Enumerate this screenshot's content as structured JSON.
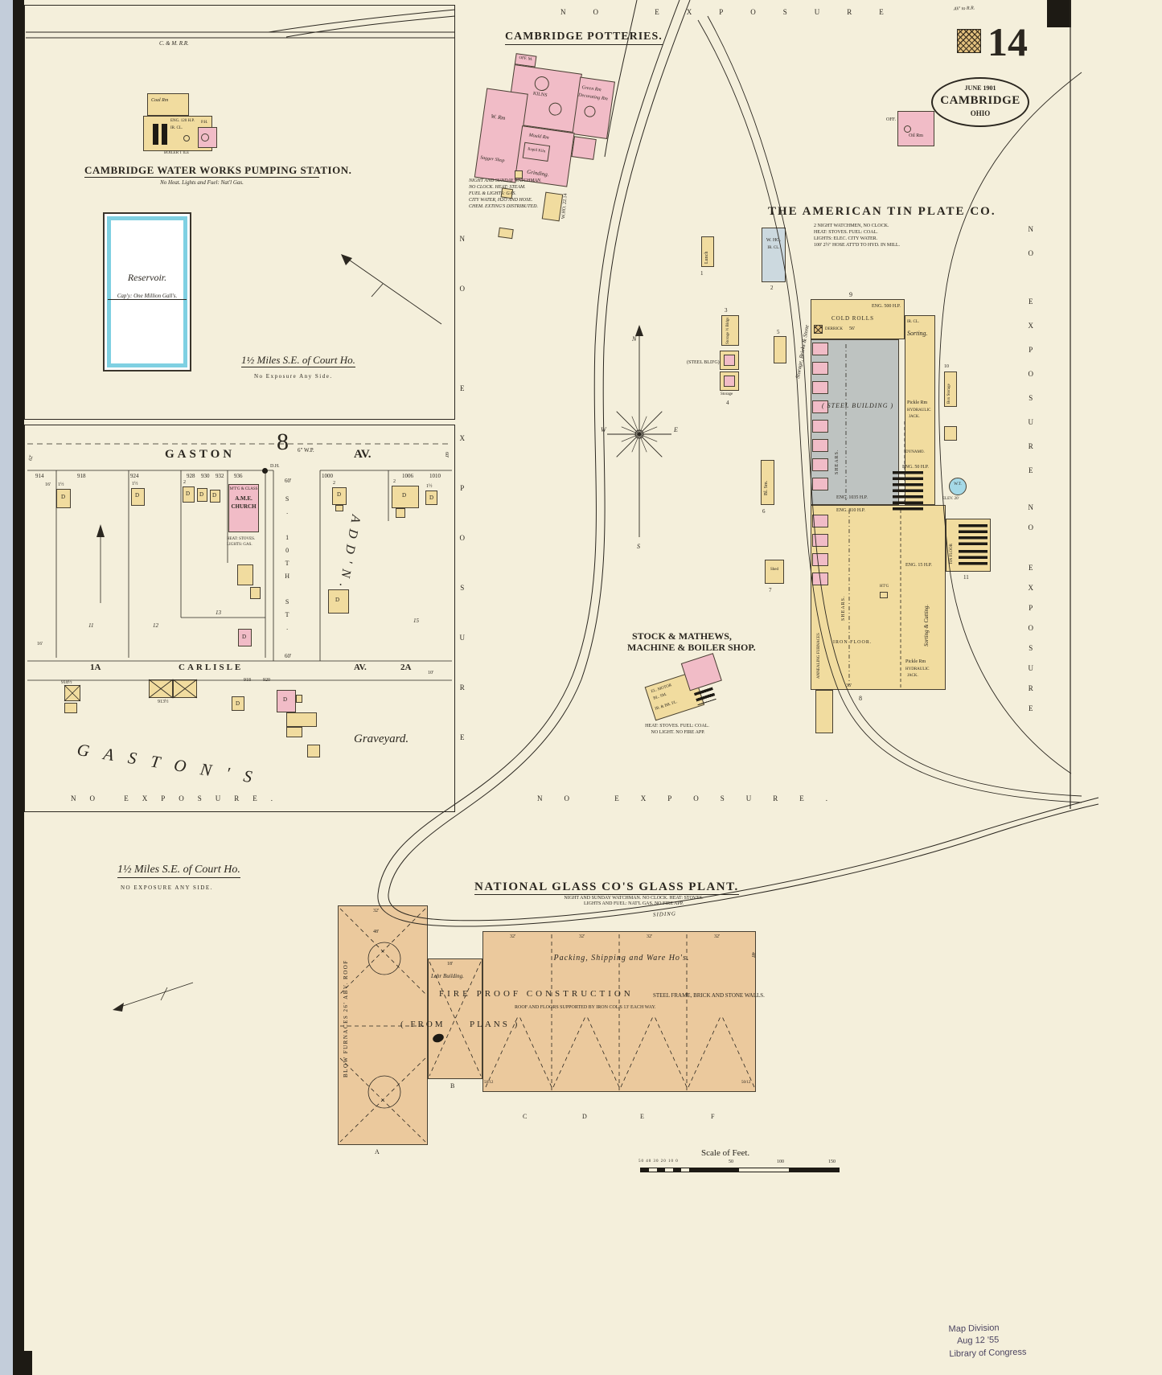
{
  "colors": {
    "paper": "#f4efdb",
    "pink": "#f1bcc7",
    "yellow": "#f1dc9f",
    "tan": "#ebc99d",
    "steel": "#bec3c1",
    "water": "#7fd0e2",
    "ink": "#2b2720"
  },
  "sheet": {
    "number": "14",
    "top_right_note": "AV' to R.R.",
    "oval_date": "JUNE 1901",
    "oval_city": "CAMBRIDGE",
    "oval_state": "OHIO",
    "oil_off": "OFF.",
    "oil_name": "Oil Rm"
  },
  "compass": {
    "n": "N",
    "e": "E",
    "w": "W",
    "s": "S"
  },
  "edges": {
    "top": "NO EXPOSURE",
    "inner_left": "NO EXPOSURE",
    "right_upper": "NO EXPOSURE",
    "right_lower": "NO EXPOSURE",
    "right_panel_bottom": "NO EXPOSURE.",
    "gaston_bottom": "NO EXPOSURE."
  },
  "waterworks": {
    "railroad": "C. & M. R.R.",
    "title": "CAMBRIDGE WATER WORKS PUMPING STATION.",
    "note": "No Heat. Lights and Fuel: Nat'l Gas.",
    "coal": "Coal Rm",
    "eng": "ENG. 120 H.P.",
    "ircl": "IR. CL.",
    "ph": "P.H.",
    "boiler": "BOILER T ILE",
    "reservoir": "Reservoir.",
    "capacity": "Cap'y: One Million Gall's.",
    "miles": "1½ Miles S.E. of Court Ho.",
    "exposure": "No Exposure Any Side."
  },
  "gaston": {
    "block": "8",
    "wp": "6\" W.P.",
    "dh": "D.H.",
    "street1": "GASTON",
    "av1": "AV.",
    "street2": "CARLISLE",
    "av2": "AV.",
    "s10th": "S. 10TH ST.",
    "addn": "ADD'N.",
    "gastons": "GASTON'S",
    "b1a": "1A",
    "b2a": "2A",
    "graveyard": "Graveyard.",
    "d": "D",
    "s15": "1½",
    "s2": "2",
    "church1": "M'T'G & CLASS",
    "church2": "A.M.E.",
    "church3": "CHURCH",
    "church_note1": "HEAT: STOVES.",
    "church_note2": "LIGHTS: GAS.",
    "nums_top": [
      "914",
      "918",
      "924",
      "928",
      "930",
      "932",
      "936",
      "1000",
      "1006",
      "1010"
    ],
    "nums_bottom": [
      "918½",
      "913½",
      "918",
      "920"
    ],
    "lots": [
      "11",
      "12",
      "13",
      "15"
    ],
    "dim16": "16'",
    "dim60": "60'",
    "dim62": "62'",
    "dim10": "10'"
  },
  "potteries": {
    "title": "CAMBRIDGE POTTERIES.",
    "off": "OFF. M.",
    "kilns": "KILNS",
    "green": "Green Rm",
    "decor": "Decorating Rm",
    "wrm": "W. Rm",
    "sagger": "Sagger Shop",
    "mould": "Mould Rm",
    "rapid": "Rapid Kiln",
    "grinding": "Grinding.",
    "who": "W.HO. 22.14",
    "notes": [
      "NIGHT AND SUNDAY WATCHMAN.",
      "NO CLOCK. HEAT: STEAM.",
      "FUEL & LIGHTS: GAS.",
      "CITY WATER, H2O AND HOSE.",
      "CHEM. EXTING'S DISTRIBUTED."
    ]
  },
  "tinplate": {
    "title": "THE AMERICAN TIN PLATE CO.",
    "notes": [
      "2 NIGHT WATCHMEN, NO CLOCK.",
      "HEAT: STOVES. FUEL: COAL.",
      "LIGHTS: ELEC. CITY WATER.",
      "100' 2½\" HOSE ATT'D TO HYD. IN MILL."
    ],
    "n1": "1",
    "n2": "2",
    "n3": "3",
    "n4": "4",
    "n5": "5",
    "n6": "6",
    "n7": "7",
    "n8": "8",
    "n9": "9",
    "n10": "10",
    "n11": "11",
    "lunch": "Lunch",
    "who": "W. HO.",
    "ircl": "IR. CL.",
    "storage3": "Storage ½ Bldgs",
    "steelbldg": "(STEEL BLD'G)",
    "storage4": "Storage",
    "bricks": "Storage, Bricks & Stone",
    "blsm": "Bl. Sm.",
    "shed": "Shed",
    "coldrolls": "COLD ROLLS",
    "d56": "56'",
    "eng500": "ENG. 500 H.P.",
    "derrick": "DERRICK",
    "ircl9": "IR. CL.",
    "steelbuilding": "( STEEL  BUILDING )",
    "shears": "SHEARS.",
    "eng1035": "ENG. 1035 H.P.",
    "eng810": "ENG. 810 H.P.",
    "eng50": "ENG. 50 H.P.",
    "eng15": "ENG. 15 H.P.",
    "dynamo": "DYNAMO.",
    "sorting": "Sorting.",
    "pickle1": "Pickle Rm",
    "pickle2": "HYDRAULIC",
    "pickle3": "JACK.",
    "boxstorage": "Box Storage",
    "wt": "W.T.",
    "elev": "ELEV. 20'",
    "ironfloor": "IRON FLOOR.",
    "annealing": "ANNEALING FURNACES",
    "sortcut": "Sorting & Cutting.",
    "tinfloor": "TIN FLOOR",
    "htg": "HT'G",
    "d36": "36'"
  },
  "stockmathews": {
    "title1": "STOCK & MATHEWS,",
    "title2": "MACHINE & BOILER SHOP.",
    "motor": "EL. MOTOR",
    "blsm": "BL. SM.",
    "floor": "IR. & BR. FL.",
    "notes": [
      "HEAT: STOVES. FUEL: COAL.",
      "NO LIGHT. NO FIRE APP."
    ]
  },
  "glass": {
    "miles": "1½ Miles S.E. of Court Ho.",
    "exposure": "NO EXPOSURE ANY SIDE.",
    "title": "NATIONAL GLASS CO'S GLASS PLANT.",
    "notes": [
      "NIGHT AND SUNDAY WATCHMAN. NO CLOCK. HEAT: STOVES.",
      "LIGHTS AND FUEL: NAT'L GAS. NO FIRE APP."
    ],
    "siding": "SIDING",
    "packing": "Packing,  Shipping  and  Ware  Ho's.",
    "fireproof": "FIRE PROOF CONSTRUCTION",
    "walls": "STEEL FRAME, BRICK AND STONE WALLS.",
    "roof": "ROOF AND FLOORS SUPPORTED BY IRON COL'S 13' EACH WAY.",
    "from": "( FROM",
    "plans": "PLANS )",
    "blow": "BLOW FURNACES 26' ABV. ROOF",
    "lehr": "Lehr Building.",
    "d18": "18'",
    "d32": "32'",
    "d48": "48'",
    "d50_12": "50/12",
    "letters": [
      "A",
      "B",
      "C",
      "D",
      "E",
      "F"
    ]
  },
  "scale": {
    "title": "Scale of Feet.",
    "micro": "50 40 30 20 10 0",
    "t50": "50",
    "t100": "100",
    "t150": "150"
  },
  "stamp": {
    "l1": "Map Division",
    "l2": "Aug 12 '55",
    "l3": "Library of Congress"
  }
}
